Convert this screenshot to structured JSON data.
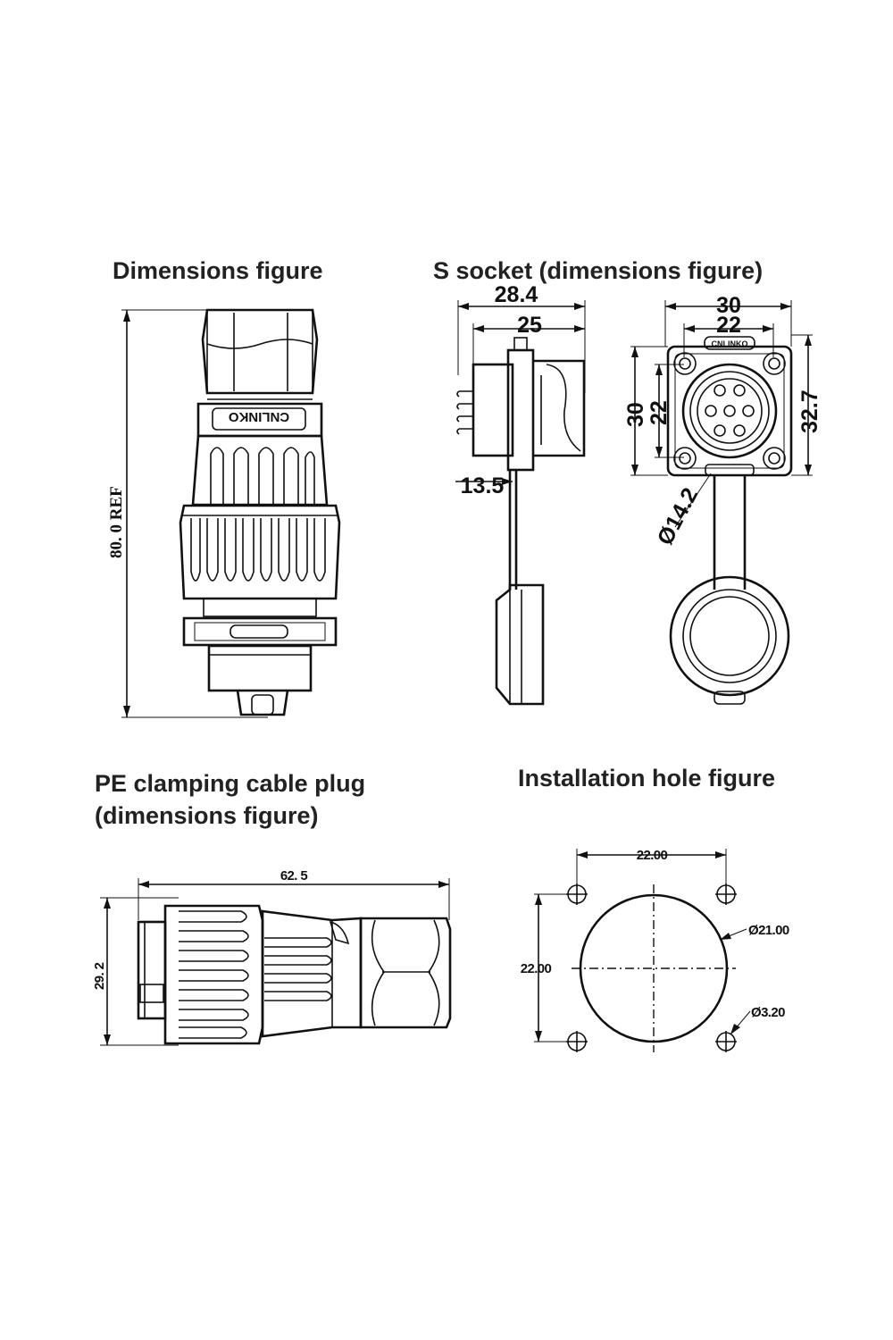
{
  "titles": {
    "dimensions_figure": "Dimensions figure",
    "s_socket": "S socket (dimensions figure)",
    "pe_plug_line1": "PE clamping cable plug",
    "pe_plug_line2": "(dimensions figure)",
    "installation_hole": "Installation hole figure"
  },
  "dimensions": {
    "plug_height": "80. 0 REF",
    "socket_side_outer": "28.4",
    "socket_side_inner": "25",
    "socket_side_depth": "13.5",
    "socket_front_width_outer": "30",
    "socket_front_width_inner": "22",
    "socket_front_height_outer": "30",
    "socket_front_height_inner": "22",
    "socket_front_height_total": "32.7",
    "socket_front_diameter": "Ø14.2",
    "pe_length": "62. 5",
    "pe_height": "29. 2",
    "hole_spacing_h": "22.00",
    "hole_spacing_v": "22.00",
    "hole_center_diameter": "Ø21.00",
    "hole_mount_diameter": "Ø3.20"
  },
  "brand": {
    "logo_text": "CNLINKO"
  }
}
